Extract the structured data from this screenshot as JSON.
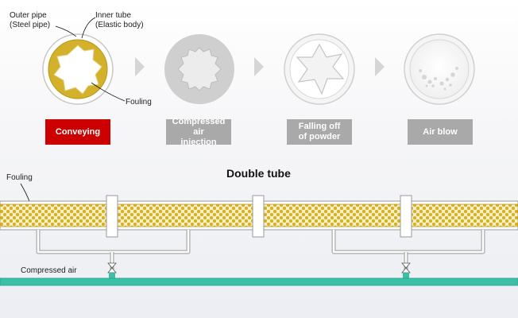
{
  "steps": [
    {
      "label": "Conveying",
      "state": "active"
    },
    {
      "label": "Compressed air\ninjection",
      "state": "inactive"
    },
    {
      "label": "Falling off\nof powder",
      "state": "inactive"
    },
    {
      "label": "Air blow",
      "state": "inactive"
    }
  ],
  "cross_section_labels": {
    "outer_pipe": "Outer pipe\n(Steel pipe)",
    "inner_tube": "Inner tube\n(Elastic body)",
    "fouling": "Fouling"
  },
  "pipeline": {
    "title": "Double tube",
    "fouling_label": "Fouling",
    "air_label": "Compressed air"
  },
  "colors": {
    "active": "#cc0000",
    "inactive": "#a9a9a9",
    "powder": "#d4b12a",
    "pipe_fill": "#fbf0c4",
    "air_line": "#3bbfa6",
    "arrow": "#d5d5d5"
  }
}
